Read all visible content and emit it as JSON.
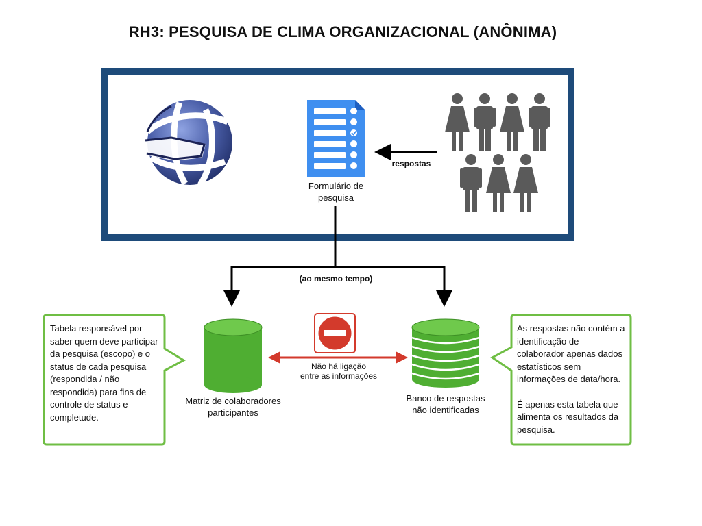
{
  "title": "RH3: PESQUISA DE CLIMA ORGANIZACIONAL (ANÔNIMA)",
  "nodes": {
    "form": "Formulário de\npesquisa",
    "matrix": "Matriz de colaboradores\nparticipantes",
    "bank": "Banco de respostas\nnão identificadas"
  },
  "edges": {
    "responses": "respostas",
    "simultaneous": "(ao mesmo tempo)",
    "no_link": "Não há ligação\nentre as informações"
  },
  "callouts": {
    "left": "Tabela responsável por saber quem deve participar da pesquisa (escopo) e o status  de cada pesquisa (respondida / não respondida) para fins de controle de status e completude.",
    "right_p1": "As respostas não contém a identificação de colaborador apenas dados estatísticos sem informações de data/hora.",
    "right_p2": "É apenas esta tabela que alimenta os resultados da pesquisa."
  },
  "colors": {
    "frame": "#1e4b7a",
    "green": "#4fae32",
    "callout_border": "#6fbe44",
    "red": "#d33a2c",
    "doc_blue": "#3f8ff0",
    "people": "#5a5a5a",
    "globe": "#3b4f98"
  },
  "icons": {
    "logo": "globe-icon",
    "form": "form-document-icon",
    "people": "people-group-icon",
    "forbidden": "no-entry-icon",
    "database_single": "database-icon",
    "database_stack": "database-stack-icon"
  }
}
